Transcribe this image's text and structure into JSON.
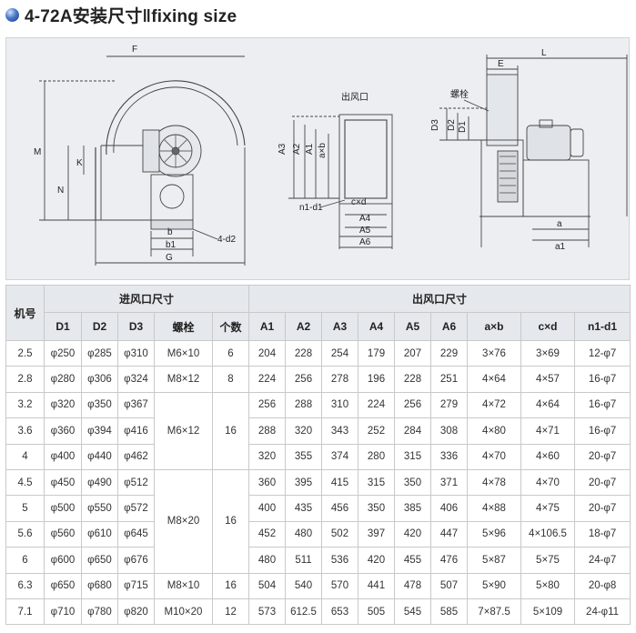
{
  "header": {
    "title": "4-72A安装尺寸‖fixing size"
  },
  "drawing": {
    "labels": {
      "F": "F",
      "M": "M",
      "K": "K",
      "N": "N",
      "b": "b",
      "b1": "b1",
      "G": "G",
      "d2": "4-d2",
      "outlet": "出风口",
      "A3": "A3",
      "A2": "A2",
      "A1": "A1",
      "axb": "a×b",
      "cxd": "c×d",
      "n1d1": "n1-d1",
      "A4": "A4",
      "A5": "A5",
      "A6": "A6",
      "E": "E",
      "L": "L",
      "bolt": "螺栓",
      "D3": "D3",
      "D2": "D2",
      "D1": "D1",
      "a": "a",
      "a1": "a1"
    }
  },
  "table": {
    "header_jihao": "机号",
    "header_inlet": "进风口尺寸",
    "header_outlet": "出风口尺寸",
    "columns": [
      "D1",
      "D2",
      "D3",
      "螺栓",
      "个数",
      "A1",
      "A2",
      "A3",
      "A4",
      "A5",
      "A6",
      "a×b",
      "c×d",
      "n1-d1"
    ],
    "rows": [
      {
        "no": "2.5",
        "D1": "φ250",
        "D2": "φ285",
        "D3": "φ310",
        "A1": "204",
        "A2": "228",
        "A3": "254",
        "A4": "179",
        "A5": "207",
        "A6": "229",
        "axb": "3×76",
        "cxd": "3×69",
        "n1d1": "12-φ7"
      },
      {
        "no": "2.8",
        "D1": "φ280",
        "D2": "φ306",
        "D3": "φ324",
        "A1": "224",
        "A2": "256",
        "A3": "278",
        "A4": "196",
        "A5": "228",
        "A6": "251",
        "axb": "4×64",
        "cxd": "4×57",
        "n1d1": "16-φ7"
      },
      {
        "no": "3.2",
        "D1": "φ320",
        "D2": "φ350",
        "D3": "φ367",
        "A1": "256",
        "A2": "288",
        "A3": "310",
        "A4": "224",
        "A5": "256",
        "A6": "279",
        "axb": "4×72",
        "cxd": "4×64",
        "n1d1": "16-φ7"
      },
      {
        "no": "3.6",
        "D1": "φ360",
        "D2": "φ394",
        "D3": "φ416",
        "A1": "288",
        "A2": "320",
        "A3": "343",
        "A4": "252",
        "A5": "284",
        "A6": "308",
        "axb": "4×80",
        "cxd": "4×71",
        "n1d1": "16-φ7"
      },
      {
        "no": "4",
        "D1": "φ400",
        "D2": "φ440",
        "D3": "φ462",
        "A1": "320",
        "A2": "355",
        "A3": "374",
        "A4": "280",
        "A5": "315",
        "A6": "336",
        "axb": "4×70",
        "cxd": "4×60",
        "n1d1": "20-φ7"
      },
      {
        "no": "4.5",
        "D1": "φ450",
        "D2": "φ490",
        "D3": "φ512",
        "A1": "360",
        "A2": "395",
        "A3": "415",
        "A4": "315",
        "A5": "350",
        "A6": "371",
        "axb": "4×78",
        "cxd": "4×70",
        "n1d1": "20-φ7"
      },
      {
        "no": "5",
        "D1": "φ500",
        "D2": "φ550",
        "D3": "φ572",
        "A1": "400",
        "A2": "435",
        "A3": "456",
        "A4": "350",
        "A5": "385",
        "A6": "406",
        "axb": "4×88",
        "cxd": "4×75",
        "n1d1": "20-φ7"
      },
      {
        "no": "5.6",
        "D1": "φ560",
        "D2": "φ610",
        "D3": "φ645",
        "A1": "452",
        "A2": "480",
        "A3": "502",
        "A4": "397",
        "A5": "420",
        "A6": "447",
        "axb": "5×96",
        "cxd": "4×106.5",
        "n1d1": "18-φ7"
      },
      {
        "no": "6",
        "D1": "φ600",
        "D2": "φ650",
        "D3": "φ676",
        "A1": "480",
        "A2": "511",
        "A3": "536",
        "A4": "420",
        "A5": "455",
        "A6": "476",
        "axb": "5×87",
        "cxd": "5×75",
        "n1d1": "24-φ7"
      },
      {
        "no": "6.3",
        "D1": "φ650",
        "D2": "φ680",
        "D3": "φ715",
        "A1": "504",
        "A2": "540",
        "A3": "570",
        "A4": "441",
        "A5": "478",
        "A6": "507",
        "axb": "5×90",
        "cxd": "5×80",
        "n1d1": "20-φ8"
      },
      {
        "no": "7.1",
        "D1": "φ710",
        "D2": "φ780",
        "D3": "φ820",
        "A1": "573",
        "A2": "612.5",
        "A3": "653",
        "A4": "505",
        "A5": "545",
        "A6": "585",
        "axb": "7×87.5",
        "cxd": "5×109",
        "n1d1": "24-φ11"
      }
    ],
    "bolt_groups": [
      {
        "rows": 1,
        "bolt": "M6×10",
        "count": "6"
      },
      {
        "rows": 1,
        "bolt": "M8×12",
        "count": "8"
      },
      {
        "rows": 3,
        "bolt": "M6×12",
        "count": "16"
      },
      {
        "rows": 4,
        "bolt": "M8×20",
        "count": "16"
      },
      {
        "rows": 1,
        "bolt": "M8×10",
        "count": "16"
      },
      {
        "rows": 1,
        "bolt": "M10×20",
        "count": "12"
      }
    ]
  }
}
